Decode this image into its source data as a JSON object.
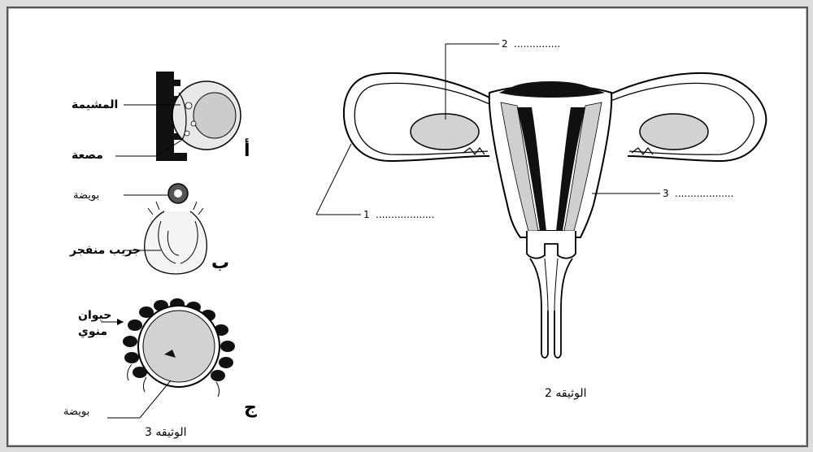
{
  "doc2": {
    "caption": "الوثيقه 2",
    "labels": [
      {
        "num": "1",
        "dots": "..................."
      },
      {
        "num": "2",
        "dots": "..............."
      },
      {
        "num": "3",
        "dots": "..................."
      }
    ]
  },
  "doc3": {
    "caption": "الوثيقه 3",
    "fig_a": {
      "letter": "أ",
      "placenta": "المشيمة",
      "sucker": "مصعة"
    },
    "fig_b": {
      "letter": "ب",
      "ovum": "بويضة",
      "ruptured_follicle": "جريب منفجر"
    },
    "fig_c": {
      "letter": "ج",
      "sperm_line1": "حيوان",
      "sperm_line2": "منوي",
      "ovum": "بويضة"
    }
  }
}
